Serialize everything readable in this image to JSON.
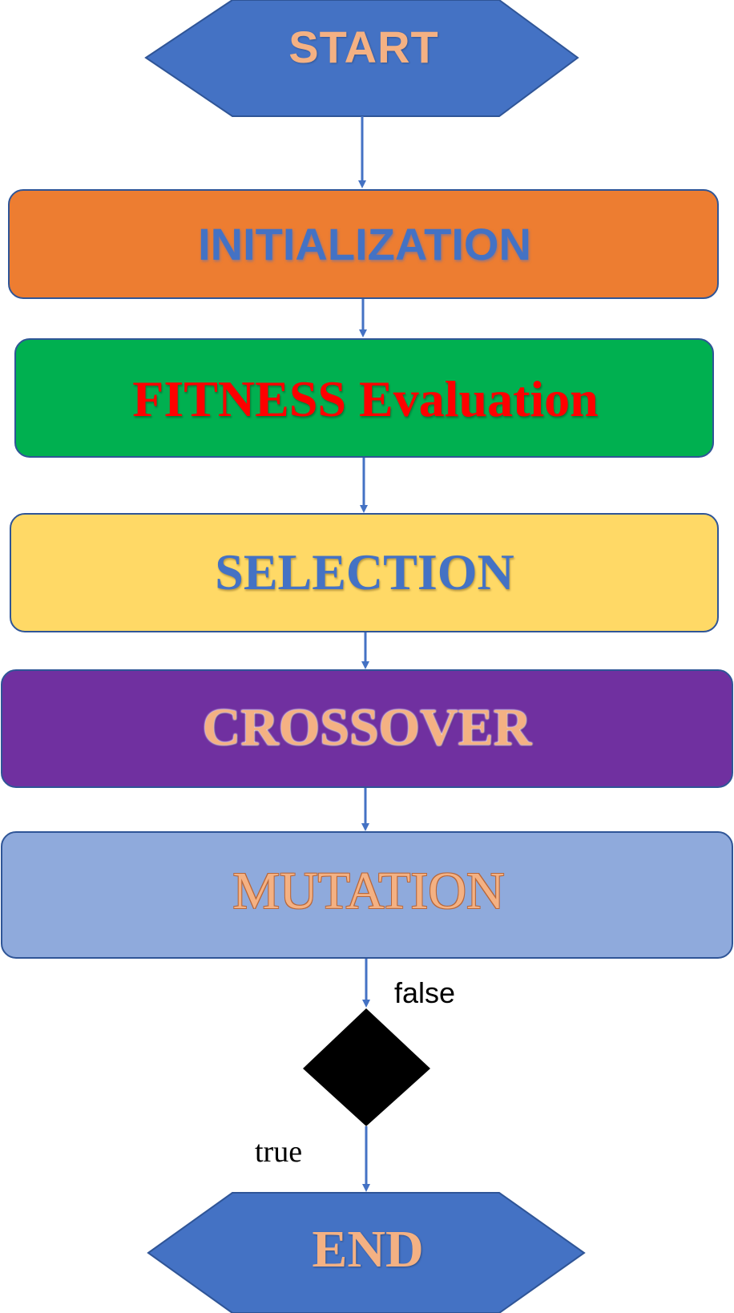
{
  "flowchart": {
    "start_label": "START",
    "steps": [
      {
        "id": "initialization",
        "label": "INITIALIZATION",
        "fill": "#ED7D31",
        "text_color": "#4472C4"
      },
      {
        "id": "fitness",
        "label": "FITNESS Evaluation",
        "fill": "#00B050",
        "text_color": "#FF0000"
      },
      {
        "id": "selection",
        "label": "SELECTION",
        "fill": "#FFD966",
        "text_color": "#4472C4"
      },
      {
        "id": "crossover",
        "label": "CROSSOVER",
        "fill": "#7030A0",
        "text_color": "#F4B183"
      },
      {
        "id": "mutation",
        "label": "MUTATION",
        "fill": "#8FAADC",
        "text_color": "#F4B183"
      }
    ],
    "decision": {
      "fill": "#000000",
      "false_label": "false",
      "true_label": "true"
    },
    "end_label": "END",
    "terminal_fill": "#4472C4",
    "terminal_text_color": "#F4B183",
    "arrow_color": "#4472C4"
  }
}
